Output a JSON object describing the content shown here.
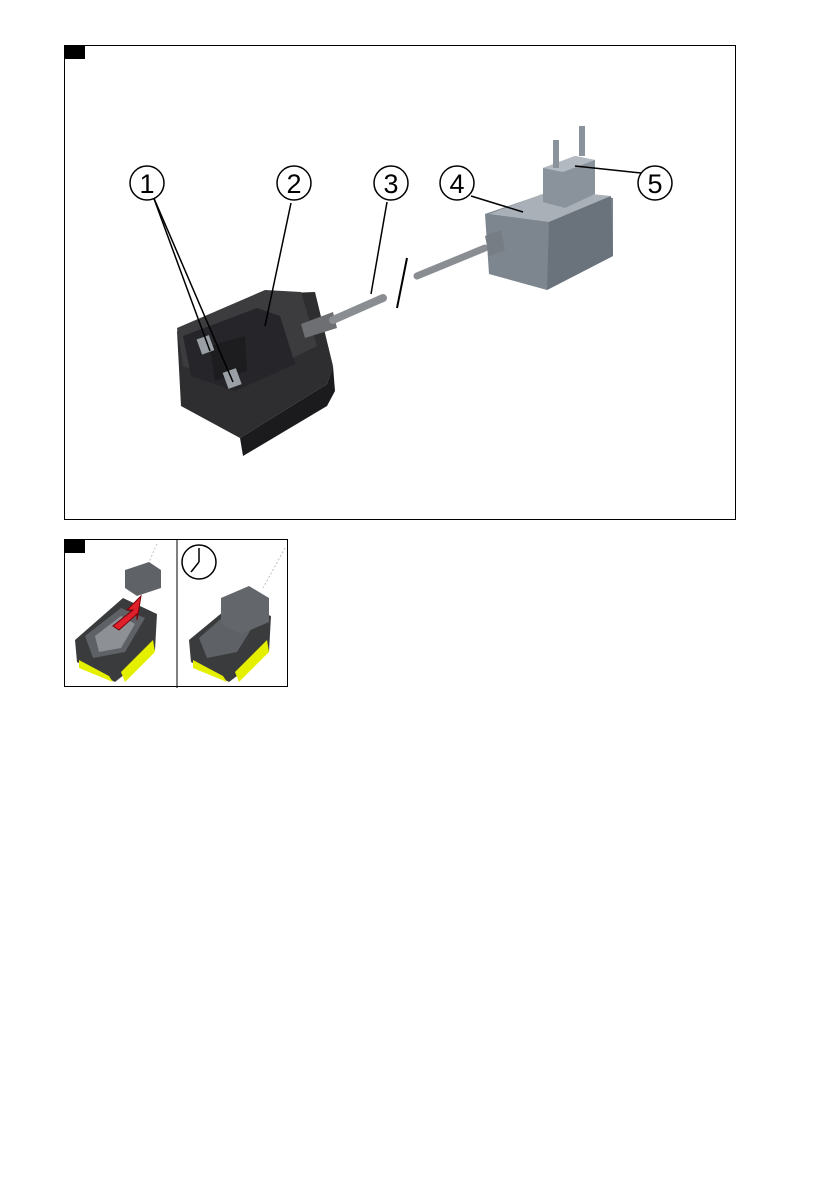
{
  "figures": [
    {
      "id": "fig1",
      "callouts": [
        {
          "number": "1"
        },
        {
          "number": "2"
        },
        {
          "number": "3"
        },
        {
          "number": "4"
        },
        {
          "number": "5"
        }
      ],
      "icons": [
        "battery-charger-base-icon",
        "charger-cable-icon",
        "power-adapter-icon",
        "mains-plug-icon"
      ]
    },
    {
      "id": "fig2",
      "panels": [
        {
          "icons": [
            "battery-pack-icon",
            "charger-icon",
            "insert-arrow-icon"
          ],
          "arrow_color": "#e0202a"
        },
        {
          "icons": [
            "clock-icon",
            "battery-pack-icon",
            "charger-icon"
          ]
        }
      ],
      "accent_color": "#e4f000"
    }
  ]
}
